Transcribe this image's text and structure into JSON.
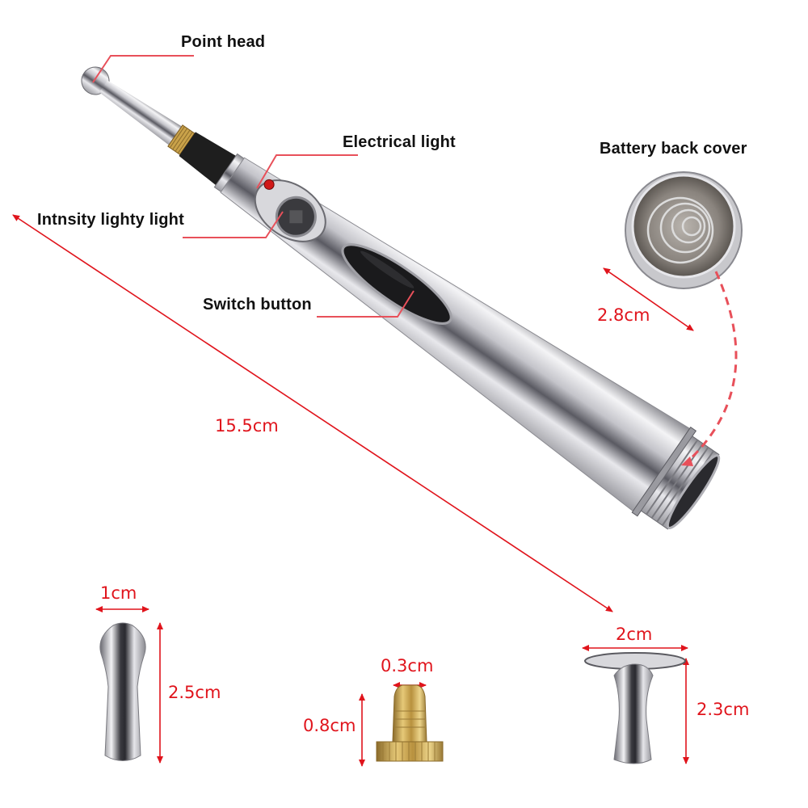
{
  "diagram": {
    "subject": "Electronic acupuncture massage pen",
    "colors": {
      "annotation_line": "#e8505a",
      "dimension_line": "#e0141c",
      "label_text": "#111111",
      "chrome_light": "#f2f2f4",
      "chrome_dark": "#5a5a60",
      "brass": "#c9a24a",
      "black_band": "#1e1e1e",
      "indicator_led": "#d01818"
    },
    "callouts": [
      {
        "id": "point-head",
        "label": "Point head"
      },
      {
        "id": "electrical-light",
        "label": "Electrical light"
      },
      {
        "id": "intensity-light",
        "label": "Intnsity lighty light"
      },
      {
        "id": "switch-button",
        "label": "Switch button"
      },
      {
        "id": "battery-back-cover",
        "label": "Battery back cover"
      }
    ],
    "dimensions": {
      "pen_length": "15.5cm",
      "battery_cover_diameter": "2.8cm",
      "ball_tip_width": "1cm",
      "ball_tip_height": "2.5cm",
      "brass_tip_width": "0.3cm",
      "brass_tip_height": "0.8cm",
      "flat_tip_width": "2cm",
      "flat_tip_height": "2.3cm"
    },
    "accessories": [
      {
        "id": "ball-tip",
        "width": "1cm",
        "height": "2.5cm"
      },
      {
        "id": "brass-tip",
        "width": "0.3cm",
        "height": "0.8cm"
      },
      {
        "id": "flat-disc-tip",
        "width": "2cm",
        "height": "2.3cm"
      }
    ]
  }
}
